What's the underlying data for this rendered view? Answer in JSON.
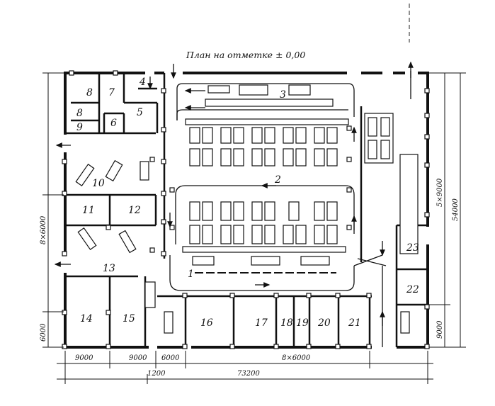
{
  "plan": {
    "title": "План на отметке ± 0,00",
    "rooms": [
      "1",
      "2",
      "3",
      "4",
      "5",
      "6",
      "7",
      "8",
      "8",
      "9",
      "10",
      "11",
      "12",
      "13",
      "14",
      "15",
      "16",
      "17",
      "18",
      "19",
      "20",
      "21",
      "22",
      "23"
    ],
    "dimensions": {
      "bottom_bays": [
        "9000",
        "9000",
        "6000",
        "8×6000"
      ],
      "bottom_offset": "1200",
      "bottom_total": "73200",
      "left_bays": "8×6000",
      "left_lower": "6000",
      "right_bays": "5×9000",
      "right_total": "54000",
      "right_lower": "9000"
    }
  }
}
